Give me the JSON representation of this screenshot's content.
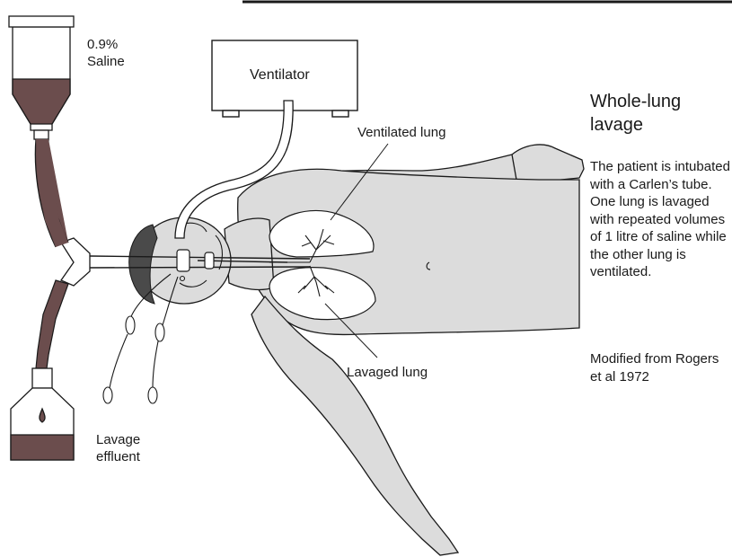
{
  "labels": {
    "saline": "0.9%\nSaline",
    "ventilator": "Ventilator",
    "ventilated_lung": "Ventilated lung",
    "lavaged_lung": "Lavaged lung",
    "effluent": "Lavage\neffluent"
  },
  "sidebar": {
    "title": "Whole-lung\nlavage",
    "description": "The patient is intubated with a Carlen’s tube. One lung is lavaged with repeated volumes of 1 litre of saline while the other lung is ventilated.",
    "credit": "Modified from Rogers et al 1972"
  },
  "colors": {
    "body_fill": "#dcdcdc",
    "fluid": "#6b4d4d",
    "line": "#1a1a1a",
    "hair": "#4a4a4a"
  }
}
